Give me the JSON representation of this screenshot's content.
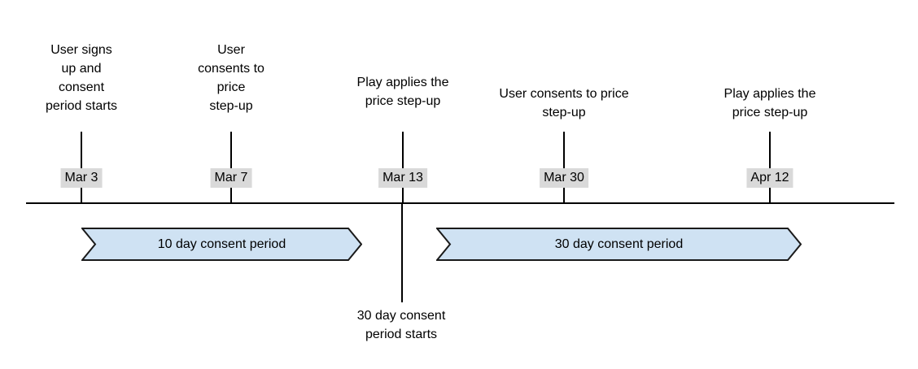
{
  "timeline": {
    "events": [
      {
        "label": "User signs\nup and\nconsent\nperiod starts",
        "date": "Mar 3"
      },
      {
        "label": "User\nconsents to\nprice\nstep-up",
        "date": "Mar 7"
      },
      {
        "label": "Play applies the\nprice step-up",
        "date": "Mar 13",
        "note_below": "30 day consent\nperiod starts"
      },
      {
        "label": "User consents to price\nstep-up",
        "date": "Mar 30"
      },
      {
        "label": "Play applies the\nprice step-up",
        "date": "Apr 12"
      }
    ],
    "banners": [
      {
        "label": "10 day consent period"
      },
      {
        "label": "30 day consent period"
      }
    ],
    "colors": {
      "banner_fill": "#cfe2f3",
      "banner_border": "#1a1a1a",
      "date_chip_bg": "#d9d9d9",
      "line": "#000000",
      "text": "#000000"
    }
  }
}
